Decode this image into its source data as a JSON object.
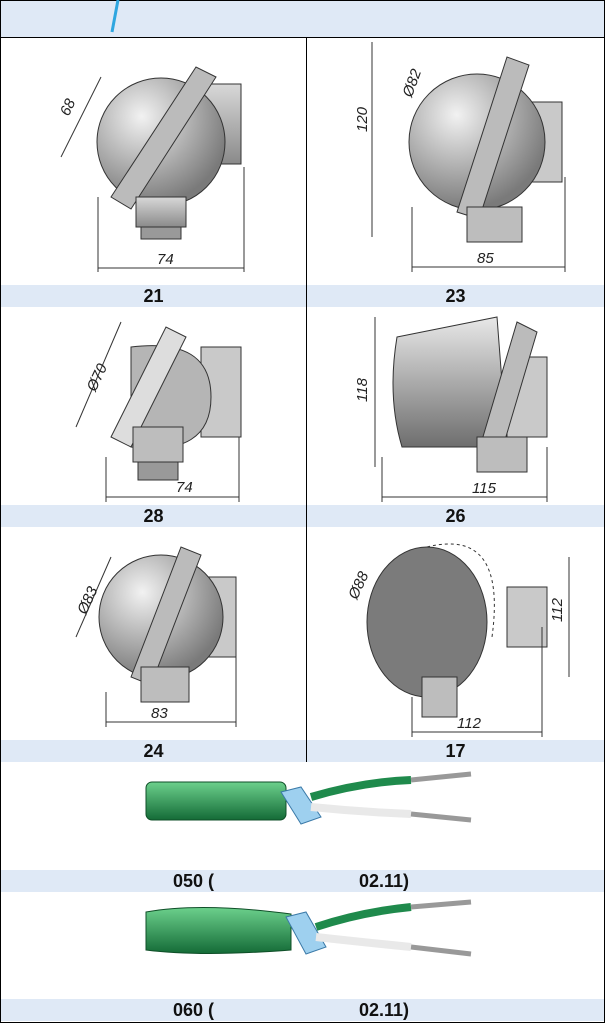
{
  "housings": [
    {
      "code": "21",
      "dims": [
        "68",
        "74"
      ]
    },
    {
      "code": "23",
      "dims": [
        "Ø82",
        "120",
        "85"
      ]
    },
    {
      "code": "28",
      "dims": [
        "Ø70",
        "74"
      ]
    },
    {
      "code": "26",
      "dims": [
        "118",
        "115"
      ]
    },
    {
      "code": "24",
      "dims": [
        "Ø83",
        "83"
      ]
    },
    {
      "code": "17",
      "dims": [
        "Ø88",
        "112",
        "112"
      ]
    }
  ],
  "cables": [
    {
      "left": "050 (",
      "right": "02.11)"
    },
    {
      "left": "060 (",
      "right": "02.11)"
    }
  ],
  "colors": {
    "header_bg": "#dfe9f6",
    "cable_green": "#1f8a4c",
    "metal": "#a9a9a9"
  }
}
